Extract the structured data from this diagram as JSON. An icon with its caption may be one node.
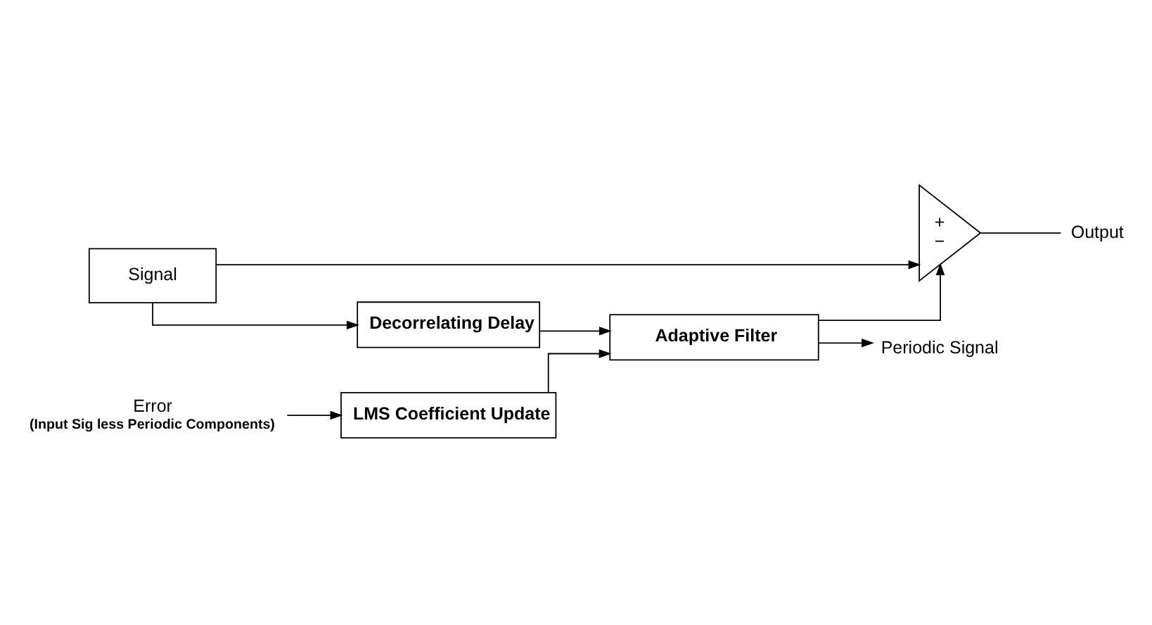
{
  "diagram": {
    "nodes": [
      {
        "text": [
          "Signal"
        ]
      },
      {
        "text": [
          "Decorrelating Delay"
        ]
      },
      {
        "text": [
          "Adaptive Filter"
        ]
      },
      {
        "text": [
          "LMS Coefficient Update"
        ]
      },
      {
        "text": [
          "+",
          "−"
        ]
      },
      {
        "text": [
          "Output"
        ]
      },
      {
        "text": [
          "Periodic Signal"
        ]
      },
      {
        "text": [
          "Error"
        ],
        "beside": [
          "(Input Sig less Periodic Components)"
        ]
      }
    ],
    "edges": [
      {
        "from": 0,
        "to": 4,
        "arrow": "to"
      },
      {
        "from": 0,
        "to": 1,
        "arrow": "to"
      },
      {
        "from": 1,
        "to": 2,
        "arrow": "to"
      },
      {
        "from": 2,
        "to": 4,
        "arrow": "to"
      },
      {
        "from": 2,
        "to": 6,
        "arrow": "to"
      },
      {
        "from": 7,
        "to": 3,
        "arrow": "to"
      },
      {
        "from": 3,
        "to": 2,
        "arrow": "to"
      },
      {
        "from": 4,
        "to": 5,
        "arrow": "none"
      }
    ]
  }
}
